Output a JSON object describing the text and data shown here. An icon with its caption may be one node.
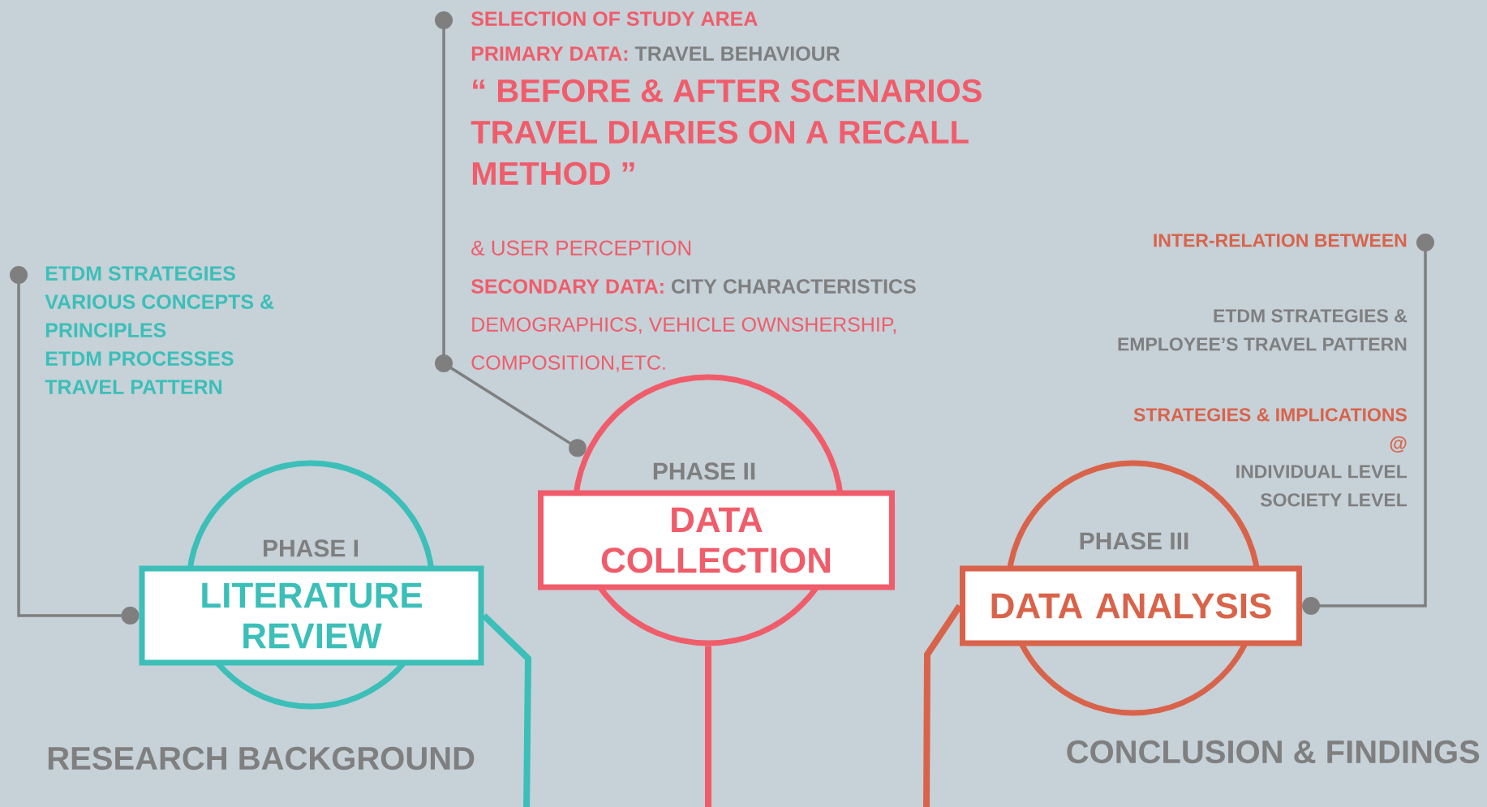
{
  "diagram": {
    "nodes": [
      {
        "text": [
          "ETDM STRATEGIES",
          "VARIOUS CONCEPTS & PRINCIPLES",
          "ETDM PROCESSES",
          "TRAVEL PATTERN"
        ]
      },
      {
        "text": [
          "PHASE I"
        ]
      },
      {
        "text": [
          "LITERATURE REVIEW"
        ]
      },
      {
        "text": [
          "SELECTION OF STUDY AREA",
          "PRIMARY DATA:",
          "TRAVEL BEHAVIOUR",
          "“ BEFORE & AFTER SCENARIOS TRAVEL DIARIES ON A RECALL METHOD ”",
          "& USER PERCEPTION",
          "SECONDARY DATA:",
          "CITY CHARACTERISTICS",
          "DEMOGRAPHICS, VEHICLE OWNSHERSHIP, COMPOSITION,ETC."
        ]
      },
      {
        "text": [
          "PHASE II"
        ]
      },
      {
        "text": [
          "DATA COLLECTION"
        ]
      },
      {
        "text": [
          "INTER-RELATION BETWEEN",
          "ETDM STRATEGIES & EMPLOYEE’S TRAVEL PATTERN",
          "STRATEGIES & IMPLICATIONS",
          "@",
          "INDIVIDUAL LEVEL",
          "SOCIETY LEVEL"
        ]
      },
      {
        "text": [
          "PHASE III"
        ]
      },
      {
        "text": [
          "DATA ANALYSIS"
        ]
      }
    ],
    "edges": [
      {
        "from": 0,
        "to": 2,
        "arrow": "other"
      },
      {
        "from": 3,
        "to": 4,
        "arrow": "other"
      },
      {
        "from": 6,
        "to": 8,
        "arrow": "other"
      },
      {
        "from": 2,
        "to": null,
        "arrow": "none",
        "style": "thick",
        "color": "#3bbfb8"
      },
      {
        "from": 4,
        "to": null,
        "arrow": "none",
        "style": "thick",
        "color": "#f05c6a"
      },
      {
        "from": 8,
        "to": null,
        "arrow": "none",
        "style": "thick",
        "color": "#d9634a"
      }
    ],
    "labels": [
      "RESEARCH BACKGROUND",
      "CONCLUSION & FINDINGS"
    ]
  }
}
